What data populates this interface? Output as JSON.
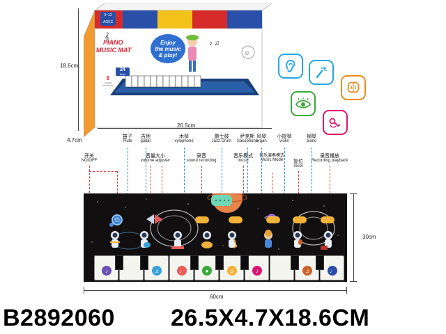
{
  "box": {
    "age_badge": "3~12 AGES",
    "title_line1": "PIANO",
    "title_line2": "MUSIC MAT",
    "bubble_line1": "Enjoy",
    "bubble_line2": "the music",
    "bubble_line3": "& play!",
    "keys_badge": "24",
    "keys_sub": "keys",
    "instruments_badge": "8",
    "instruments_sub": "musical instruments",
    "height_dim": "18.6cm",
    "width_dim": "26.5cm",
    "depth_dim": "4.7cm"
  },
  "feature_icons": [
    {
      "name": "ear-icon",
      "color": "#27a7e6"
    },
    {
      "name": "hand-sparkle-icon",
      "color": "#27a7e6"
    },
    {
      "name": "brain-icon",
      "color": "#f08a1c"
    },
    {
      "name": "eye-icon",
      "color": "#3aa83a"
    },
    {
      "name": "hand-mic-icon",
      "color": "#d9166f"
    }
  ],
  "callouts_top": [
    {
      "cn": "笛子",
      "en": "Flute"
    },
    {
      "cn": "吉他",
      "en": "guitar"
    },
    {
      "cn": "木琴",
      "en": "xylophone"
    },
    {
      "cn": "爵士鼓",
      "en": "Jazz Drum"
    },
    {
      "cn": "萨克斯",
      "en": "Saxophone"
    },
    {
      "cn": "风琴",
      "en": "organ"
    },
    {
      "cn": "小提琴",
      "en": "violin"
    },
    {
      "cn": "钢琴",
      "en": "piano"
    }
  ],
  "callouts_low": [
    {
      "cn": "开关",
      "en": "NO/OFF"
    },
    {
      "cn": "音量大小",
      "en": "volume adjuster"
    },
    {
      "cn": "录音",
      "en": "sound recording"
    },
    {
      "cn": "音乐模式",
      "en": "music"
    },
    {
      "cn": "音乐演奏模式",
      "en": "Music Mode"
    },
    {
      "cn": "复位",
      "en": "reset"
    },
    {
      "cn": "录音播放",
      "en": "Recording playback"
    }
  ],
  "mat": {
    "height_dim": "30cm",
    "width_dim": "60cm"
  },
  "footer": {
    "code": "B2892060",
    "size": "26.5X4.7X18.6CM"
  }
}
